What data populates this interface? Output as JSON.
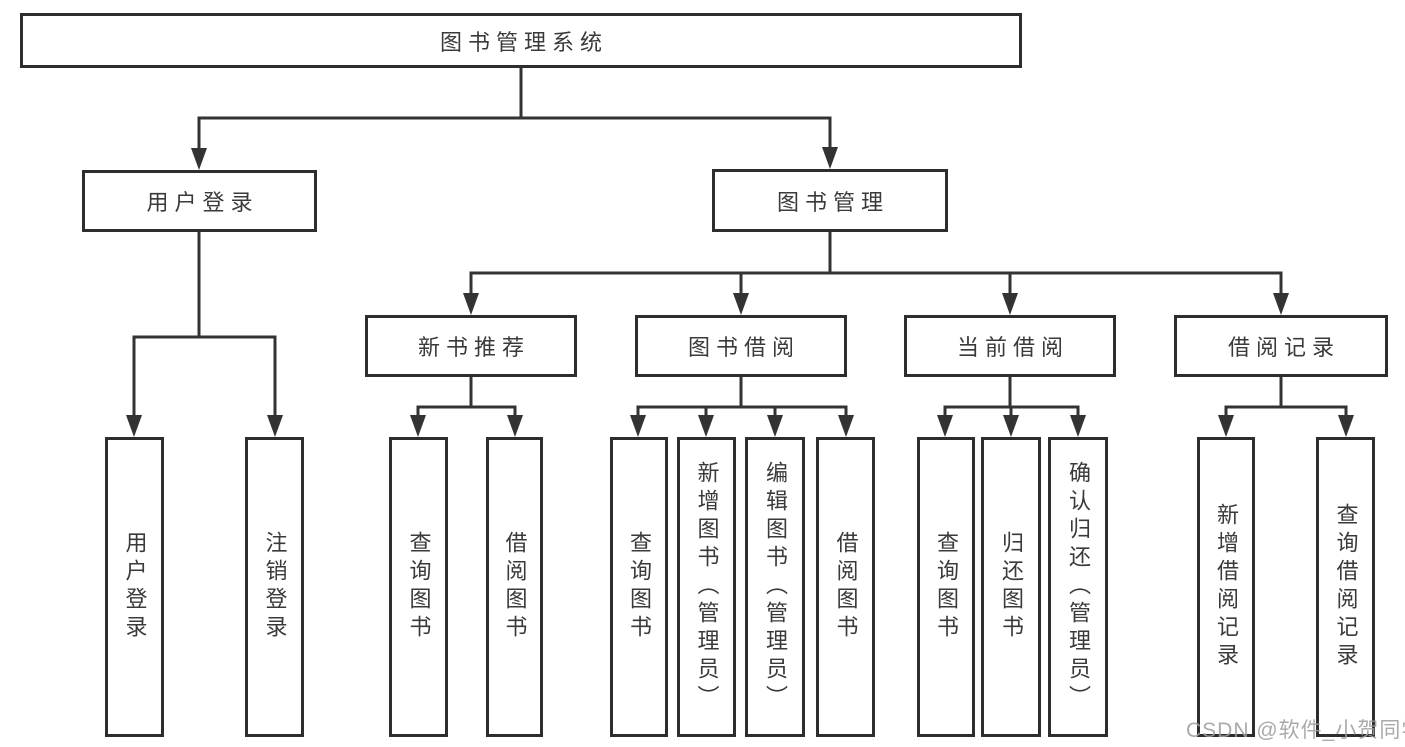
{
  "diagram": {
    "root": {
      "label": "图书管理系统"
    },
    "branches": [
      {
        "label": "用户登录",
        "children": [
          {
            "label": "用户登录"
          },
          {
            "label": "注销登录"
          }
        ]
      },
      {
        "label": "图书管理",
        "children": [
          {
            "label": "新书推荐",
            "children": [
              {
                "label": "查询图书"
              },
              {
                "label": "借阅图书"
              }
            ]
          },
          {
            "label": "图书借阅",
            "children": [
              {
                "label": "查询图书"
              },
              {
                "label": "新增图书（管理员）"
              },
              {
                "label": "编辑图书（管理员）"
              },
              {
                "label": "借阅图书"
              }
            ]
          },
          {
            "label": "当前借阅",
            "children": [
              {
                "label": "查询图书"
              },
              {
                "label": "归还图书"
              },
              {
                "label": "确认归还（管理员）"
              }
            ]
          },
          {
            "label": "借阅记录",
            "children": [
              {
                "label": "新增借阅记录"
              },
              {
                "label": "查询借阅记录"
              }
            ]
          }
        ]
      }
    ],
    "line_color": "#333333",
    "box_border_color": "#2d2d2d",
    "text_color": "#3a3a3a"
  },
  "watermark": "CSDN @软件_小贺同学"
}
